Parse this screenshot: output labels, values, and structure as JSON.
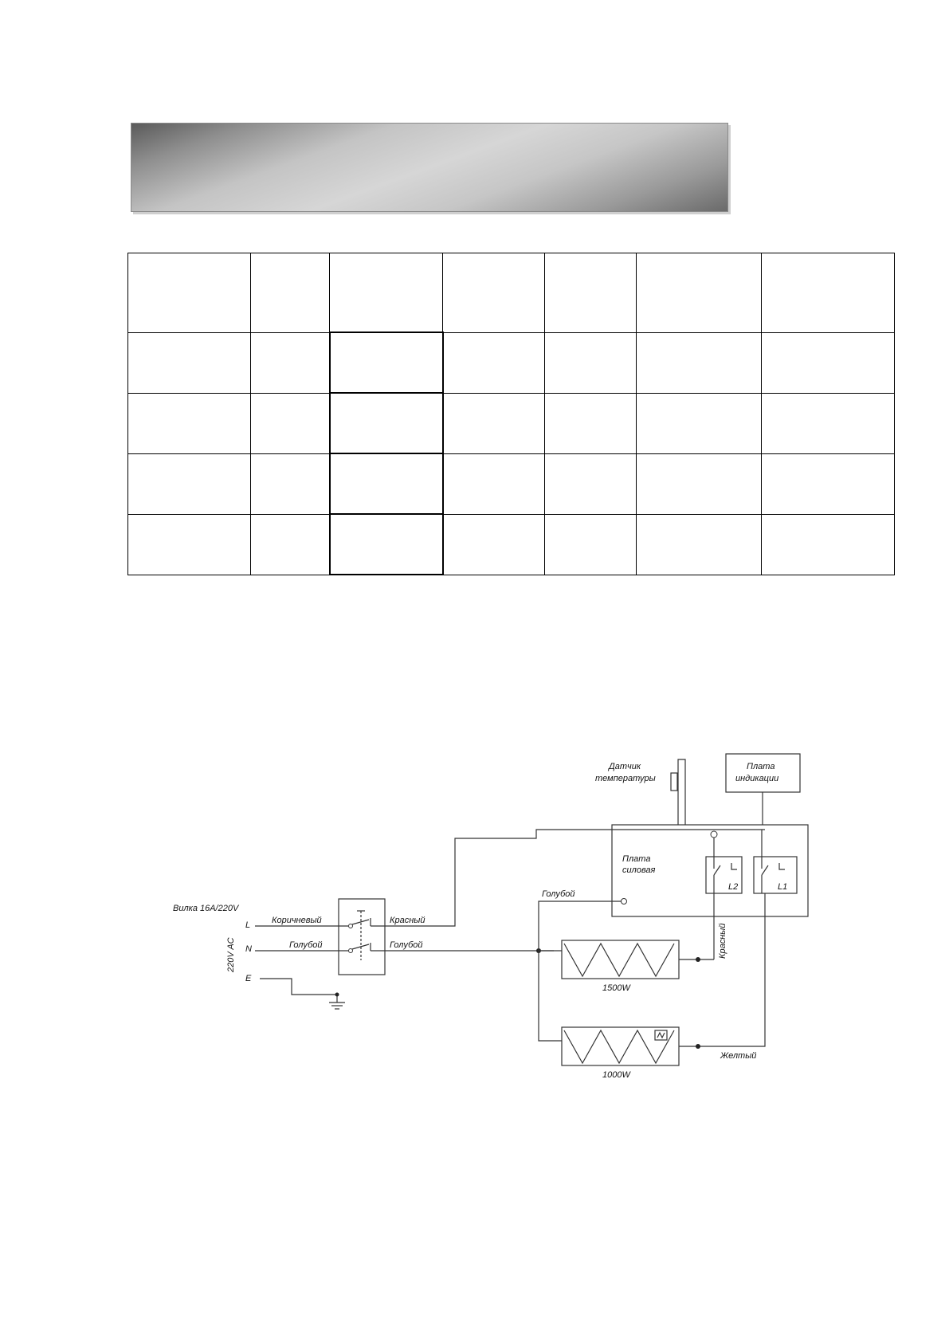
{
  "diagram": {
    "plug_label": "Вилка 16А/220V",
    "voltage_label": "220V AC",
    "terminal_l": "L",
    "terminal_n": "N",
    "terminal_e": "E",
    "wire_brown": "Коричневый",
    "wire_blue_in": "Голубой",
    "wire_red_out": "Красный",
    "wire_blue_out": "Голубой",
    "wire_blue_board": "Голубой",
    "sensor_line1": "Датчик",
    "sensor_line2": "температуры",
    "display_line1": "Плата",
    "display_line2": "индикации",
    "power_line1": "Плата",
    "power_line2": "силовая",
    "relay_l2": "L2",
    "relay_l1": "L1",
    "heater1_power": "1500W",
    "heater2_power": "1000W",
    "wire_red_relay": "Красный",
    "wire_yellow": "Желтый"
  }
}
